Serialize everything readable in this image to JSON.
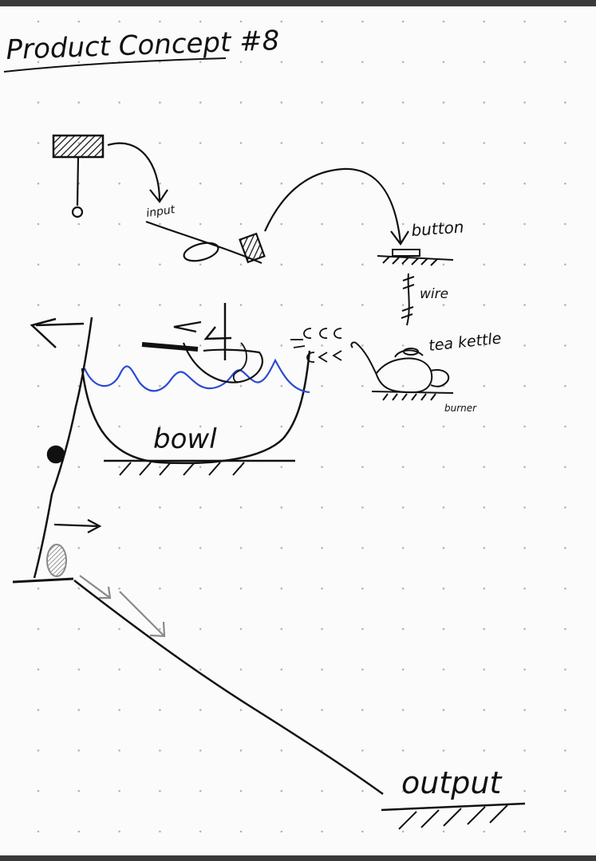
{
  "title": "Product Concept #8",
  "labels": {
    "input": "input",
    "button": "button",
    "wire": "wire",
    "tea_kettle": "tea kettle",
    "burner": "burner",
    "bowl": "bowl",
    "output": "output"
  },
  "colors": {
    "ink": "#111111",
    "water": "#2a4bd1",
    "pencil_gray": "#8a8a8a",
    "dot_grid": "#b5b5b5",
    "paper": "#fbfbfb",
    "frame": "#3a3a3a"
  }
}
